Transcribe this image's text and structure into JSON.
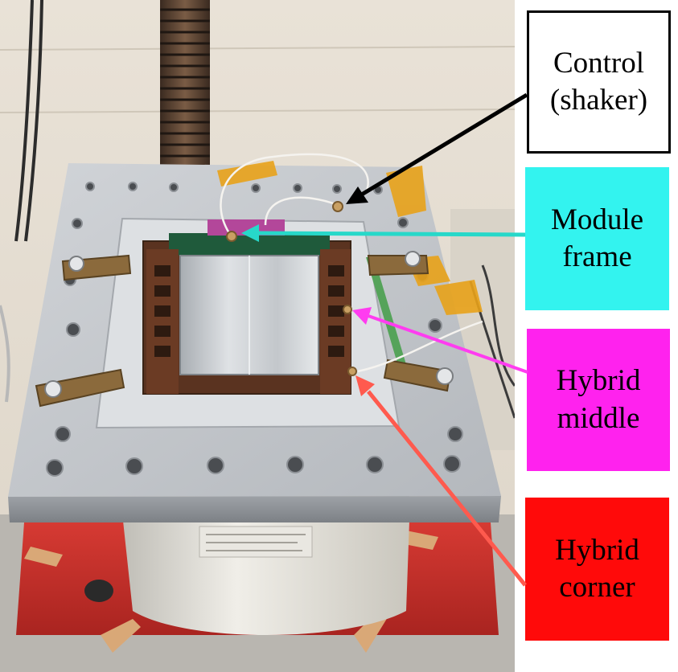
{
  "labels": {
    "control": {
      "text": "Control\n(shaker)",
      "color": "#ffffff",
      "arrow_color": "#000000"
    },
    "frame": {
      "text": "Module\nframe",
      "color": "#33f3ef",
      "arrow_color": "#27d8c9"
    },
    "middle": {
      "text": "Hybrid\nmiddle",
      "color": "#ff22ee",
      "arrow_color": "#ff3cf0"
    },
    "corner": {
      "text": "Hybrid\ncorner",
      "color": "#ff0a0a",
      "arrow_color": "#ff5a4e"
    }
  },
  "photo": {
    "wall_color": "#e6dfd4",
    "plate_color": "#c7cace",
    "base_color": "#c92f2a",
    "sensor_color": "#cfd2d5",
    "hybrid_color": "#6b3b24"
  }
}
